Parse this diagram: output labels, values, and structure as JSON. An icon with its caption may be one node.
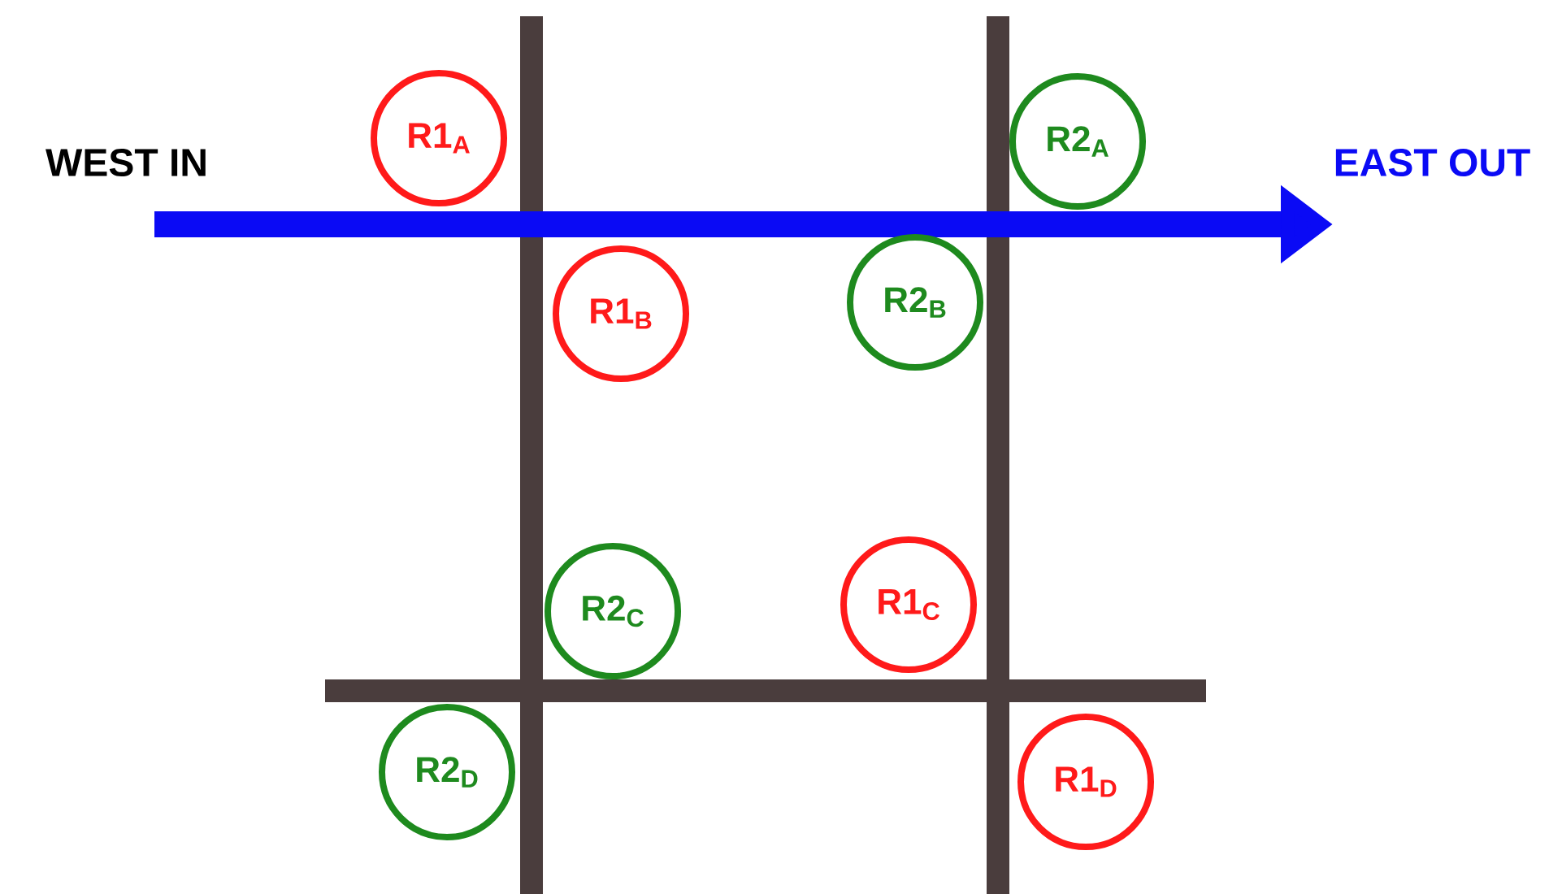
{
  "diagram": {
    "nodes": [
      {
        "text": [
          "R1$_{A}$"
        ]
      },
      {
        "text": [
          "R2$_{A}$"
        ]
      },
      {
        "text": [
          "R1$_{B}$"
        ]
      },
      {
        "text": [
          "R2$_{B}$"
        ]
      },
      {
        "text": [
          "R2$_{C}$"
        ]
      },
      {
        "text": [
          "R1$_{C}$"
        ]
      },
      {
        "text": [
          "R2$_{D}$"
        ]
      },
      {
        "text": [
          "R1$_{D}$"
        ]
      }
    ],
    "labels": [
      "WEST IN",
      "EAST OUT"
    ]
  }
}
